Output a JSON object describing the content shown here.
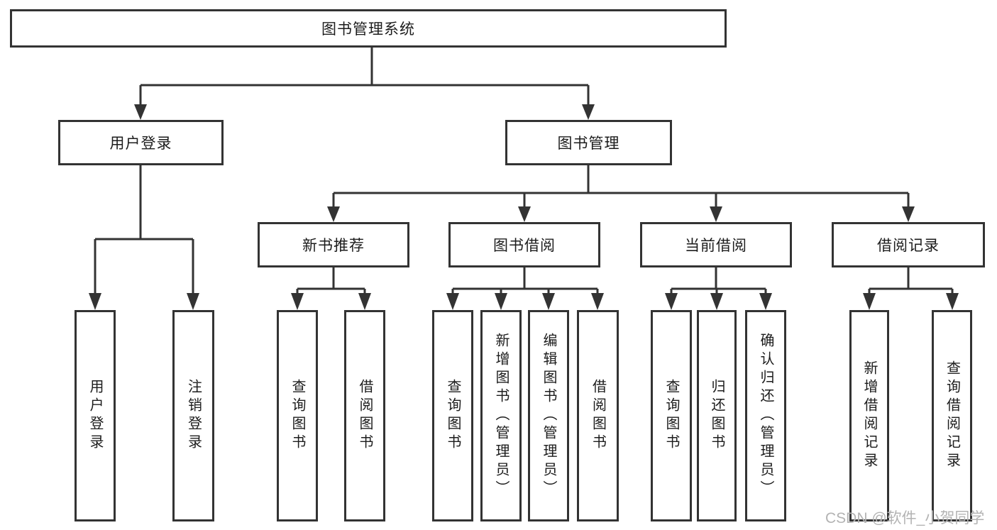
{
  "diagram": {
    "type": "function-structure-tree",
    "colors": {
      "line": "#333333",
      "box_border": "#333333",
      "box_background": "#ffffff",
      "text": "#1c1c1c",
      "watermark": "#b3b3b3"
    },
    "tree": {
      "root": {
        "label": "图书管理系统",
        "children": [
          {
            "label": "用户登录",
            "children": [
              {
                "label": "用户登录"
              },
              {
                "label": "注销登录"
              }
            ]
          },
          {
            "label": "图书管理",
            "children": [
              {
                "label": "新书推荐",
                "children": [
                  {
                    "label": "查询图书"
                  },
                  {
                    "label": "借阅图书"
                  }
                ]
              },
              {
                "label": "图书借阅",
                "children": [
                  {
                    "label": "查询图书"
                  },
                  {
                    "label": "新增图书（管理员）"
                  },
                  {
                    "label": "编辑图书（管理员）"
                  },
                  {
                    "label": "借阅图书"
                  }
                ]
              },
              {
                "label": "当前借阅",
                "children": [
                  {
                    "label": "查询图书"
                  },
                  {
                    "label": "归还图书"
                  },
                  {
                    "label": "确认归还（管理员）"
                  }
                ]
              },
              {
                "label": "借阅记录",
                "children": [
                  {
                    "label": "新增借阅记录"
                  },
                  {
                    "label": "查询借阅记录"
                  }
                ]
              }
            ]
          }
        ]
      }
    },
    "watermark": {
      "text": "CSDN @软件_小贺同学"
    }
  }
}
